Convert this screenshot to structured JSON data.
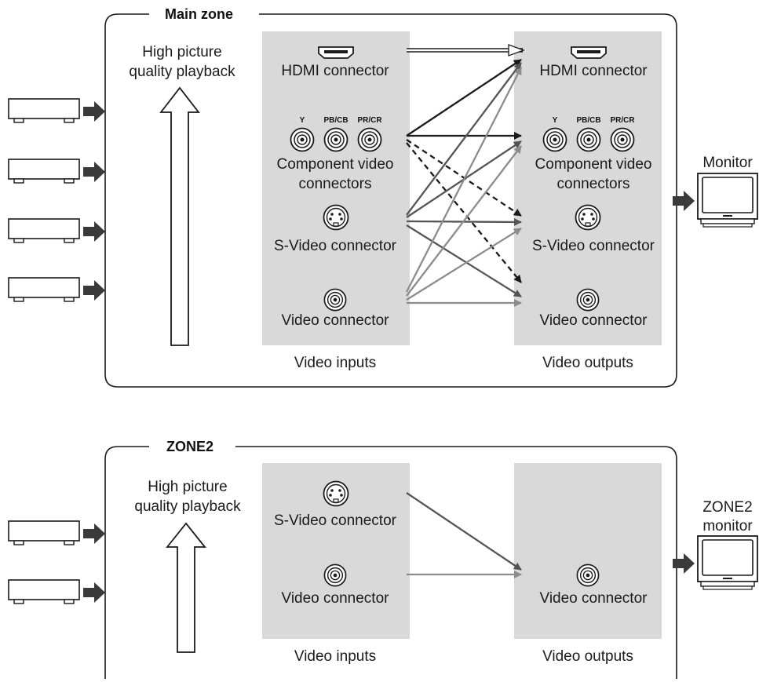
{
  "main_zone": {
    "title": "Main zone",
    "quality_label_1": "High picture",
    "quality_label_2": "quality playback",
    "inputs": {
      "hdmi": "HDMI connector",
      "component_1": "Component video",
      "component_2": "connectors",
      "svideo": "S-Video connector",
      "video": "Video connector",
      "panel_label": "Video inputs"
    },
    "outputs": {
      "hdmi": "HDMI connector",
      "component_1": "Component video",
      "component_2": "connectors",
      "svideo": "S-Video connector",
      "video": "Video connector",
      "panel_label": "Video outputs"
    },
    "component_jacks": [
      "Y",
      "PB/CB",
      "PR/CR"
    ],
    "monitor_label": "Monitor"
  },
  "zone2": {
    "title": "ZONE2",
    "quality_label_1": "High picture",
    "quality_label_2": "quality playback",
    "inputs": {
      "svideo": "S-Video connector",
      "video": "Video connector",
      "panel_label": "Video inputs"
    },
    "outputs": {
      "video": "Video connector",
      "panel_label": "Video outputs"
    },
    "monitor_label_1": "ZONE2",
    "monitor_label_2": "monitor"
  },
  "colors": {
    "panel_bg": "#d9d9d9",
    "dark_arrow": "#1a1a1a",
    "mid_arrow": "#555555",
    "light_arrow": "#8c8c8c"
  }
}
